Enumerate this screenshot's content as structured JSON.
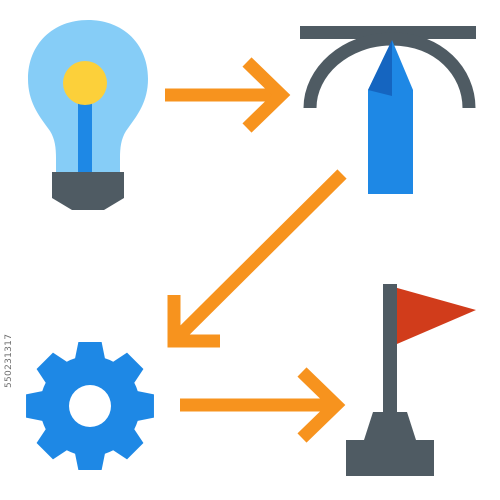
{
  "stock_id": "550231317",
  "icons": [
    {
      "name": "lightbulb-icon"
    },
    {
      "name": "pen-tool-icon"
    },
    {
      "name": "gear-icon"
    },
    {
      "name": "goal-flag-icon"
    }
  ],
  "arrows": [
    {
      "name": "arrow-idea-to-design",
      "from": "lightbulb-icon",
      "to": "pen-tool-icon"
    },
    {
      "name": "arrow-design-to-develop",
      "from": "pen-tool-icon",
      "to": "gear-icon"
    },
    {
      "name": "arrow-develop-to-goal",
      "from": "gear-icon",
      "to": "goal-flag-icon"
    }
  ],
  "colors": {
    "bulb_glass": "#86cdf7",
    "bulb_core": "#fcd03a",
    "bulb_filament": "#1e88e5",
    "bulb_base": "#4f5b63",
    "pen_bar": "#4f5b63",
    "pen_body": "#1e88e5",
    "pen_tip": "#1565c0",
    "gear": "#1e88e5",
    "flag": "#d13c1b",
    "flag_pole": "#4f5b63",
    "arrow": "#f7931e"
  }
}
